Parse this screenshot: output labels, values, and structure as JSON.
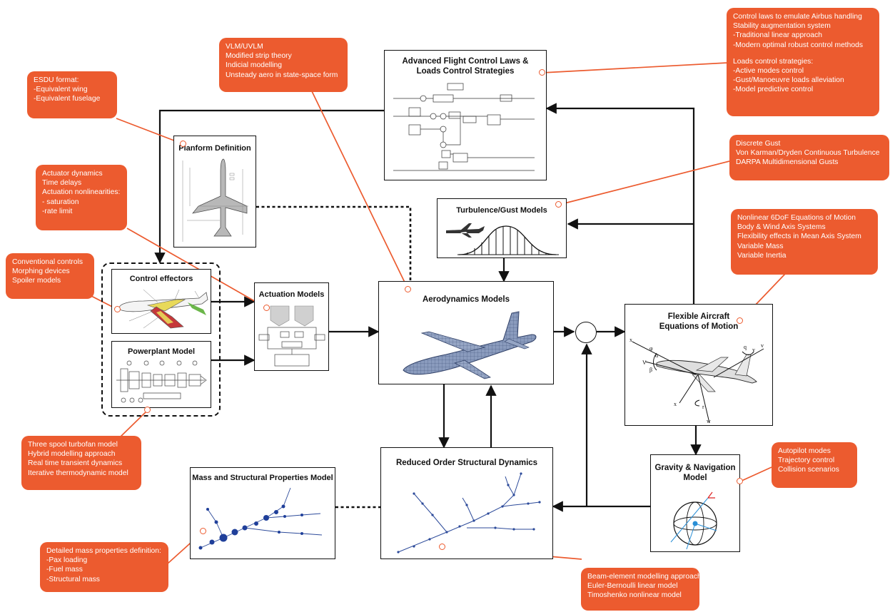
{
  "blocks": {
    "flight_control": {
      "title_line1": "Advanced Flight Control Laws &",
      "title_line2": "Loads Control Strategies"
    },
    "planform": {
      "title": "Planform Definition"
    },
    "turbulence": {
      "title": "Turbulence/Gust Models"
    },
    "control_effectors": {
      "title": "Control effectors"
    },
    "powerplant": {
      "title": "Powerplant Model"
    },
    "actuation": {
      "title": "Actuation Models"
    },
    "aerodynamics": {
      "title": "Aerodynamics Models"
    },
    "eom": {
      "title_line1": "Flexible Aircraft",
      "title_line2": "Equations of Motion"
    },
    "gravity_nav": {
      "title_line1": "Gravity & Navigation",
      "title_line2": "Model"
    },
    "structural": {
      "title": "Reduced Order Structural Dynamics"
    },
    "mass": {
      "title": "Mass and Structural Properties Model"
    }
  },
  "callouts": {
    "esdu": {
      "lines": [
        "ESDU format:",
        "-Equivalent wing",
        "-Equivalent fuselage"
      ]
    },
    "vlm": {
      "lines": [
        "VLM/UVLM",
        "Modified strip theory",
        "Indicial modelling",
        "Unsteady aero in state-space form"
      ]
    },
    "control_laws": {
      "lines": [
        "Control laws to emulate Airbus handling",
        "Stability augmentation system",
        "-Traditional linear approach",
        "-Modern optimal robust control methods"
      ],
      "lines2": [
        "Loads control strategies:",
        "-Active modes control",
        "-Gust/Manoeuvre loads alleviation",
        "-Model predictive control"
      ]
    },
    "actuator": {
      "lines": [
        "Actuator dynamics",
        "Time delays",
        "Actuation nonlinearities:",
        "- saturation",
        "-rate limit"
      ]
    },
    "gust": {
      "lines": [
        "Discrete Gust",
        "Von Karman/Dryden Continuous Turbulence",
        "DARPA Multidimensional Gusts"
      ]
    },
    "controls": {
      "lines": [
        "Conventional controls",
        "Morphing devices",
        "Spoiler models"
      ]
    },
    "eom_desc": {
      "lines": [
        "Nonlinear 6DoF Equations of Motion",
        "Body & Wind Axis Systems",
        "Flexibility effects in Mean Axis System",
        "Variable Mass",
        "Variable Inertia"
      ]
    },
    "turbofan": {
      "lines": [
        "Three spool turbofan model",
        "Hybrid modelling approach",
        "Real time transient dynamics",
        "Iterative thermodynamic model"
      ]
    },
    "autopilot": {
      "lines": [
        "Autopilot modes",
        "Trajectory control",
        "Collision scenarios"
      ]
    },
    "mass_desc": {
      "lines": [
        "Detailed mass properties definition:",
        "-Pax loading",
        "-Fuel mass",
        "-Structural mass"
      ]
    },
    "beam": {
      "lines": [
        "Beam-element modelling approach",
        "Euler-Bernoulli linear model",
        "Timoshenko nonlinear model"
      ]
    }
  },
  "colors": {
    "callout": "#ec5b2f",
    "line": "#111111",
    "mesh": "#5b6f97",
    "structure": "#2c4a9a"
  }
}
